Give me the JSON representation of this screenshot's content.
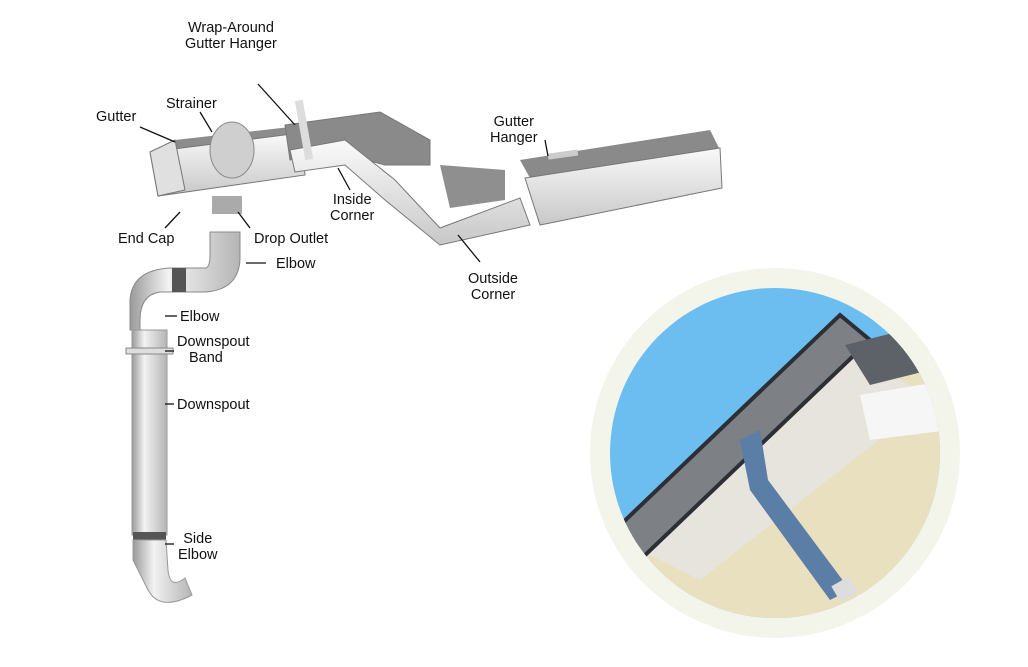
{
  "labels": {
    "wrap_around_hanger": [
      "Wrap-Around",
      "Gutter Hanger"
    ],
    "strainer": "Strainer",
    "gutter": "Gutter",
    "end_cap": "End Cap",
    "drop_outlet": "Drop Outlet",
    "inside_corner": [
      "Inside",
      "Corner"
    ],
    "gutter_hanger": [
      "Gutter",
      "Hanger"
    ],
    "outside_corner": [
      "Outside",
      "Corner"
    ],
    "elbow_upper": "Elbow",
    "elbow_lower": "Elbow",
    "downspout_band": [
      "Downspout",
      "Band"
    ],
    "downspout": "Downspout",
    "side_elbow": [
      "Side",
      "Elbow"
    ]
  },
  "colors": {
    "sky": "#6cbef0",
    "ring": "#f4f5ea",
    "metal": "#e6e6e6",
    "shadow": "#8a8a8a"
  }
}
